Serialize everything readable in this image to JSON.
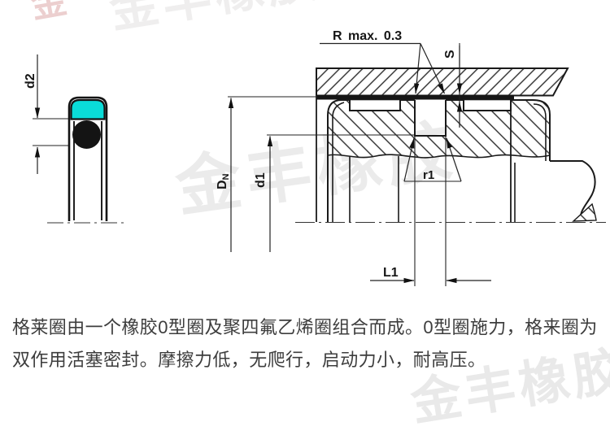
{
  "watermark": {
    "text": "金丰橡胶",
    "fragment": "金"
  },
  "left_figure": {
    "label_d2": "d2"
  },
  "right_figure": {
    "label_r_max": "R max. 0.3",
    "label_s": "S",
    "label_dn_main": "D",
    "label_dn_sub": "N",
    "label_d1": "d1",
    "label_r1": "r1",
    "label_l1": "L1"
  },
  "description": {
    "line1": "格莱圈由一个橡胶0型圈及聚四氟乙烯圈组合而成。0型圈施力，格来圈为",
    "line2": "双作用活塞密封。摩擦力低，无爬行，启动力小，耐高压。"
  },
  "colors": {
    "ptfe_ring_cyan": "#0adcd8",
    "o_ring_black": "#141414",
    "line_dark": "#1a1a1a",
    "watermark_gray": "#ebebeb",
    "text_gray": "#3d3d3d"
  }
}
